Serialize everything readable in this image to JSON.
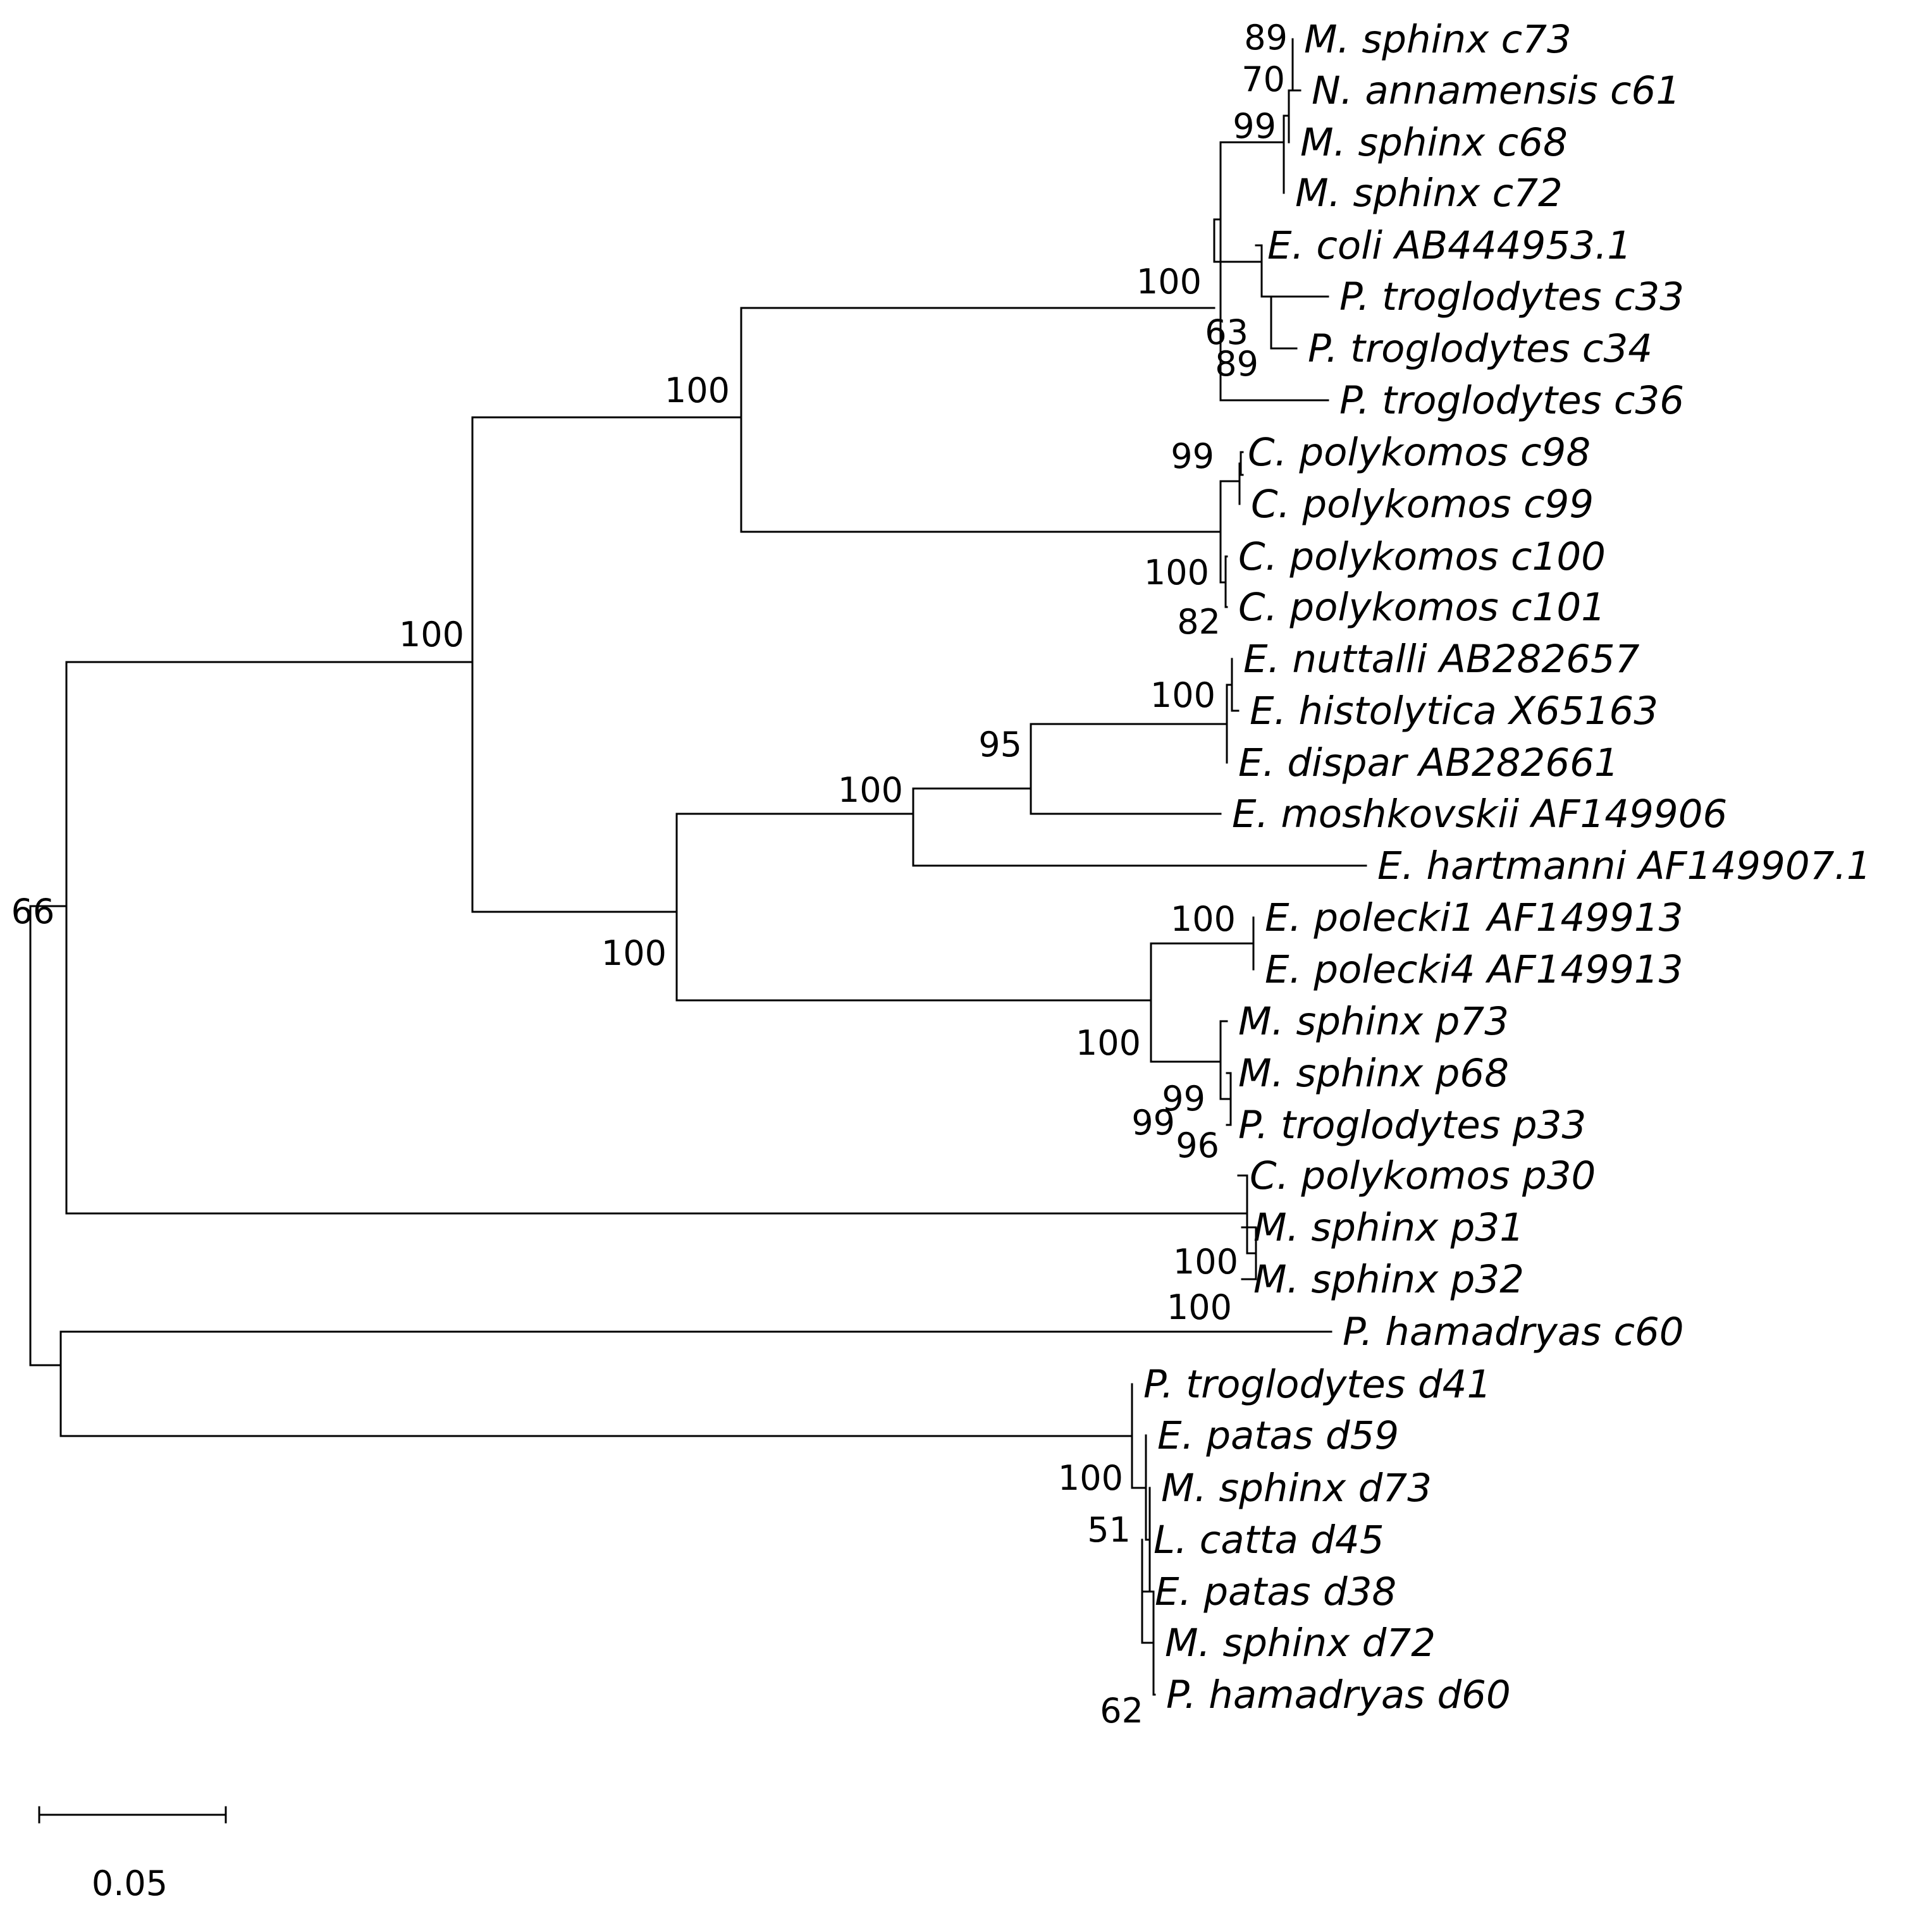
{
  "tree": {
    "taxa": [
      "M. sphinx c73",
      "N. annamensis c61",
      "M. sphinx c68",
      "M. sphinx c72",
      "E. coli AB444953.1",
      "P. troglodytes c33",
      "P. troglodytes c34",
      "P. troglodytes c36",
      "C. polykomos c98",
      "C. polykomos c99",
      "C. polykomos c100",
      "C. polykomos c101",
      "E. nuttalli AB282657",
      "E. histolytica X65163",
      "E. dispar AB282661",
      "E. moshkovskii AF149906",
      "E. hartmanni AF149907.1",
      "E. polecki1 AF149913",
      "E. polecki4 AF149913",
      "M. sphinx p73",
      "M. sphinx p68",
      "P. troglodytes p33",
      "C. polykomos p30",
      "M. sphinx p31",
      "M. sphinx p32",
      "P. hamadryas c60",
      "P. troglodytes d41",
      "E. patas d59",
      "M. sphinx d73",
      "L. catta d45",
      "E. patas d38",
      "M. sphinx d72",
      "P. hamadryas d60"
    ],
    "support_values": [
      "89",
      "70",
      "99",
      "100",
      "63",
      "89",
      "100",
      "99",
      "100",
      "82",
      "100",
      "100",
      "95",
      "100",
      "100",
      "100",
      "99",
      "96",
      "100",
      "100",
      "100",
      "99",
      "66",
      "100",
      "51",
      "62"
    ],
    "scale_bar": {
      "value": 0.05,
      "label": "0.05"
    }
  }
}
